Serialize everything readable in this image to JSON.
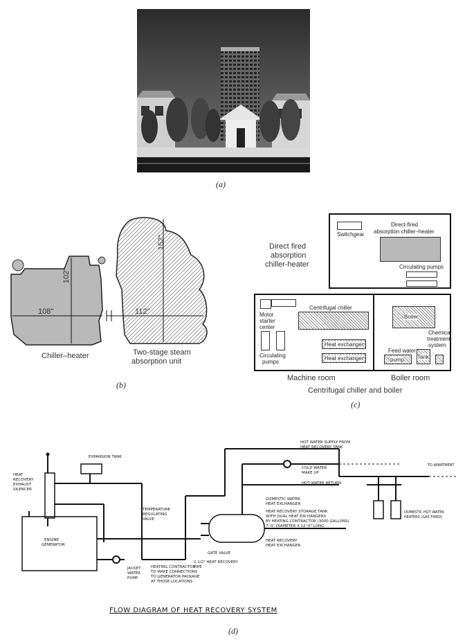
{
  "captions": {
    "a": "(a)",
    "b": "(b)",
    "c": "(c)",
    "d": "(d)"
  },
  "panel_b": {
    "dim_chiller_width": "108\"",
    "dim_chiller_height": "102\"",
    "dim_steam_width": "112\"",
    "dim_steam_height": "152\"",
    "chiller_label": "Chiller–heater",
    "steam_label_line1": "Two-stage steam",
    "steam_label_line2": "absorption unit"
  },
  "panel_c": {
    "direct_fired_line1": "Direct fired",
    "direct_fired_line2": "absorption",
    "direct_fired_line3": "chiller-heater",
    "switchgear": "Switchgear",
    "dfach_line1": "Direct-fired",
    "dfach_line2": "absorption chiller–heater",
    "circulating_pumps_top": "Circulating pumps",
    "centrifugal_chiller": "Centrifugal chiller",
    "motor_starter_line1": "Motor",
    "motor_starter_line2": "starter",
    "motor_starter_line3": "center",
    "circulating_pumps_left_line1": "Circulating",
    "circulating_pumps_left_line2": "pumps",
    "heat_exchanger_1": "Heat exchanger",
    "heat_exchanger_2": "Heat exchanger",
    "boiler": "Boiler",
    "chem_line1": "Chemical",
    "chem_line2": "treatment",
    "chem_line3": "system",
    "feed_water": "Feed water",
    "pump": "pump",
    "tank": "Tank",
    "machine_room": "Machine room",
    "boiler_room": "Boiler room",
    "bottom_caption": "Centrifugal chiller and boiler"
  },
  "panel_d": {
    "expansion_tank": "Expansion Tank",
    "hrs_line1": "Heat",
    "hrs_line2": "Recovery",
    "hrs_line3": "Exhaust",
    "hrs_line4": "Silencer",
    "engine_line1": "Engine",
    "engine_line2": "Generator",
    "temp_line1": "Temperature",
    "temp_line2": "Regulating",
    "temp_line3": "Valve",
    "hot_supply_line1": "Hot Water Supply From",
    "hot_supply_line2": "Heat Recovery Tank",
    "cold_line1": "Cold Water",
    "cold_line2": "Make Up",
    "hot_return": "Hot Water Return",
    "to_apartment": "To Apartment",
    "dom_hx_line1": "Domestic Water",
    "dom_hx_line2": "Heat Exchanger",
    "storage_line1": "Heat Recovery Storage Tank",
    "storage_line2": "With Dual Heat Exchangers",
    "storage_line3": "By Heating Contractor (3000 Gallons)",
    "storage_line4": "7'-0\" Diameter x 12'-0\" Long",
    "hr_hx_line1": "Heat Recovery",
    "hr_hx_line2": "Heat Exchanger",
    "domestic_heaters_line1": "Domestic Hot Water",
    "domestic_heaters_line2": "Heaters (Gas Fired)",
    "gate_valve": "Gate Valve",
    "pipe_line1": "2 1/2\"  Heat Recovery",
    "pipe_line2": "Pipe",
    "jacket_line1": "Jacket",
    "jacket_line2": "Water",
    "jacket_line3": "Pump",
    "contractor_line1": "Heating Contractor",
    "contractor_line2": "To Make Connections",
    "contractor_line3": "To Generator Package",
    "contractor_line4": "At Those Locations",
    "diagram_title": "FLOW DIAGRAM OF HEAT RECOVERY SYSTEM"
  }
}
